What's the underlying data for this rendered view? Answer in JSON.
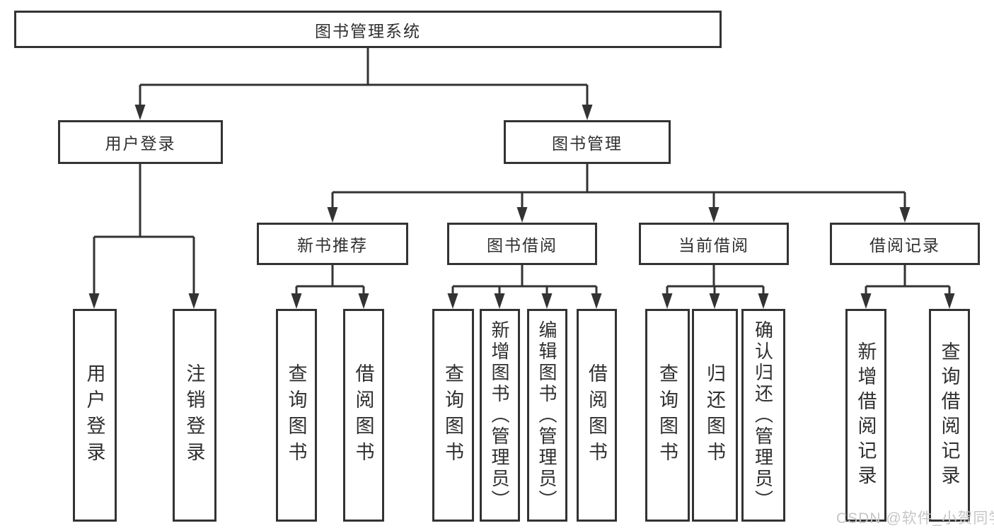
{
  "colors": {
    "border": "#333333",
    "line": "#333333",
    "text": "#2f2f2f",
    "watermark_text": "#c6c6c6",
    "background": "#ffffff"
  },
  "tree": {
    "root": "图书管理系统",
    "level2": {
      "user_login": "用户登录",
      "book_management": "图书管理"
    },
    "level3": {
      "new_books": "新书推荐",
      "book_borrowing": "图书借阅",
      "current_borrowing": "当前借阅",
      "borrowing_records": "借阅记录"
    },
    "leaves": {
      "user_login": [
        "用户登录",
        "注销登录"
      ],
      "new_books": [
        "查询图书",
        "借阅图书"
      ],
      "book_borrowing": [
        "查询图书",
        "新增图书（管理员）",
        "编辑图书（管理员）",
        "借阅图书"
      ],
      "current_borrowing": [
        "查询图书",
        "归还图书",
        "确认归还（管理员）"
      ],
      "borrowing_records": [
        "新增借阅记录",
        "查询借阅记录"
      ]
    }
  },
  "watermark": "CSDN @软件_小贺同学"
}
